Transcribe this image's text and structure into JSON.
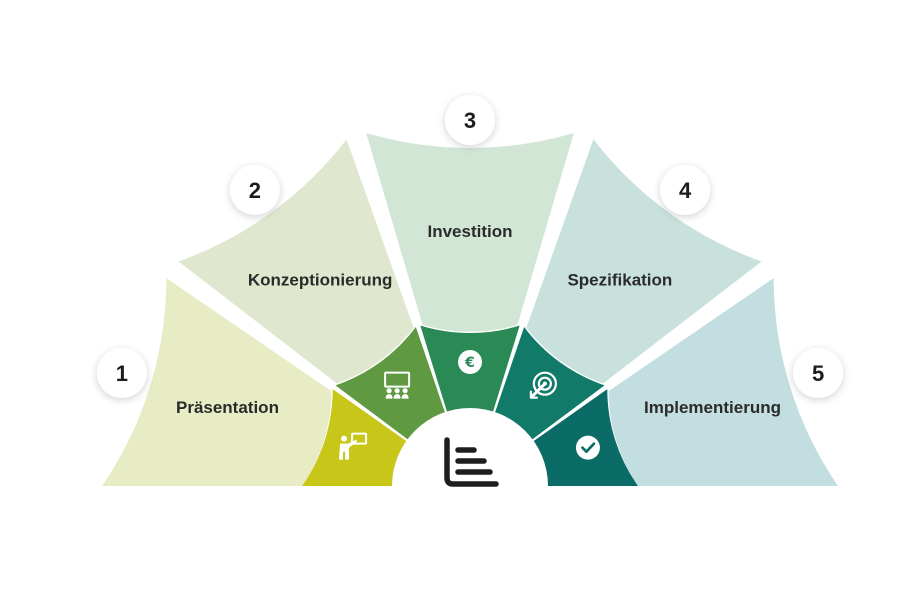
{
  "diagram": {
    "steps": [
      {
        "number": "1",
        "label": "Präsentation",
        "icon": "presenter-icon",
        "outer_color": "#e8ecc4",
        "inner_color": "#c7c619"
      },
      {
        "number": "2",
        "label": "Konzeptionierung",
        "icon": "audience-icon",
        "outer_color": "#dfe8cf",
        "inner_color": "#5f9a43"
      },
      {
        "number": "3",
        "label": "Investition",
        "icon": "euro-icon",
        "outer_color": "#d2e6d6",
        "inner_color": "#2a8a55"
      },
      {
        "number": "4",
        "label": "Spezifikation",
        "icon": "target-icon",
        "outer_color": "#c8e1dc",
        "inner_color": "#117a68"
      },
      {
        "number": "5",
        "label": "Implementierung",
        "icon": "check-icon",
        "outer_color": "#c3dee0",
        "inner_color": "#0b6b66"
      }
    ],
    "center_icon": "bar-chart-logo-icon"
  }
}
